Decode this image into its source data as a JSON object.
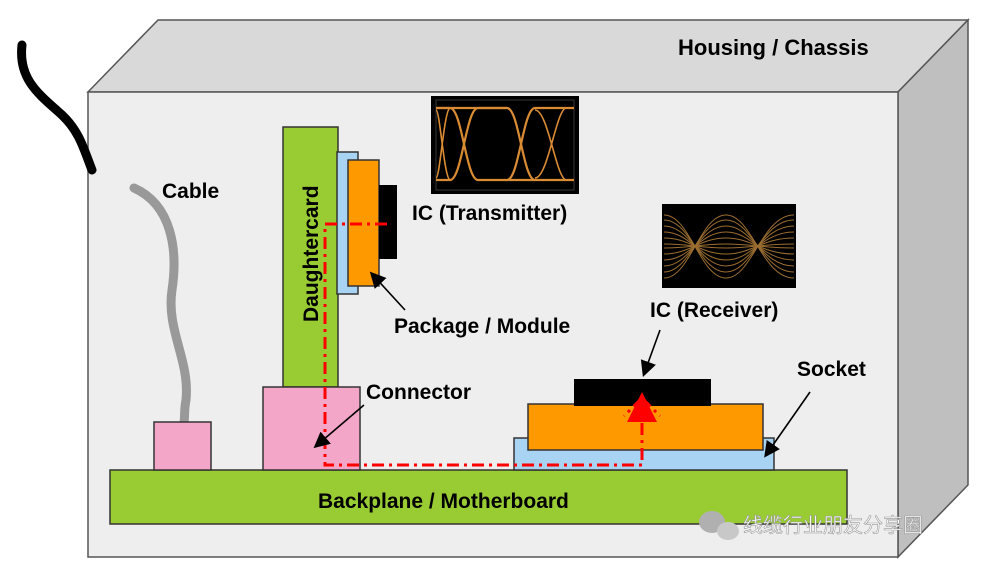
{
  "labels": {
    "housing": "Housing / Chassis",
    "cable": "Cable",
    "daughtercard": "Daughtercard",
    "ic_transmitter": "IC (Transmitter)",
    "package_module": "Package / Module",
    "ic_receiver": "IC (Receiver)",
    "connector": "Connector",
    "socket": "Socket",
    "backplane": "Backplane / Motherboard"
  },
  "watermark": "线缆行业朋友分享圈",
  "colors": {
    "housing_face": "#eeeeee",
    "housing_top": "#d9d9d9",
    "housing_side": "#bfbfbf",
    "board_green": "#99cc33",
    "connector_pink": "#f4a6c8",
    "package_orange": "#ff9900",
    "socket_blue": "#a9d3f2",
    "ic_black": "#000000",
    "signal_path": "#ff0000",
    "cable_gray": "#999999"
  }
}
